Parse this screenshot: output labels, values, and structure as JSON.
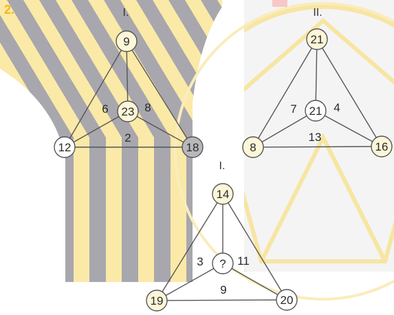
{
  "problem_number": "2.",
  "colors": {
    "accent_yellow": "#f1b817",
    "stripe_gray": "#a7a7ad",
    "stripe_yellow": "#fbe9a8",
    "node_fill": "#fdf6d8",
    "node_fill_plain": "#ffffff",
    "node_fill_gray": "#b8b8bc",
    "line": "#555555"
  },
  "puzzles": [
    {
      "label": "I.",
      "top": "9",
      "left": "12",
      "right": "18",
      "center": "23",
      "edge_left": "6",
      "edge_right": "8",
      "edge_bottom": "2"
    },
    {
      "label": "II.",
      "top": "21",
      "left": "8",
      "right": "16",
      "center": "21",
      "edge_left": "7",
      "edge_right": "4",
      "edge_bottom": "13"
    },
    {
      "label": "I.",
      "top": "14",
      "left": "19",
      "right": "20",
      "center": "?",
      "edge_left": "3",
      "edge_right": "11",
      "edge_bottom": "9"
    }
  ]
}
